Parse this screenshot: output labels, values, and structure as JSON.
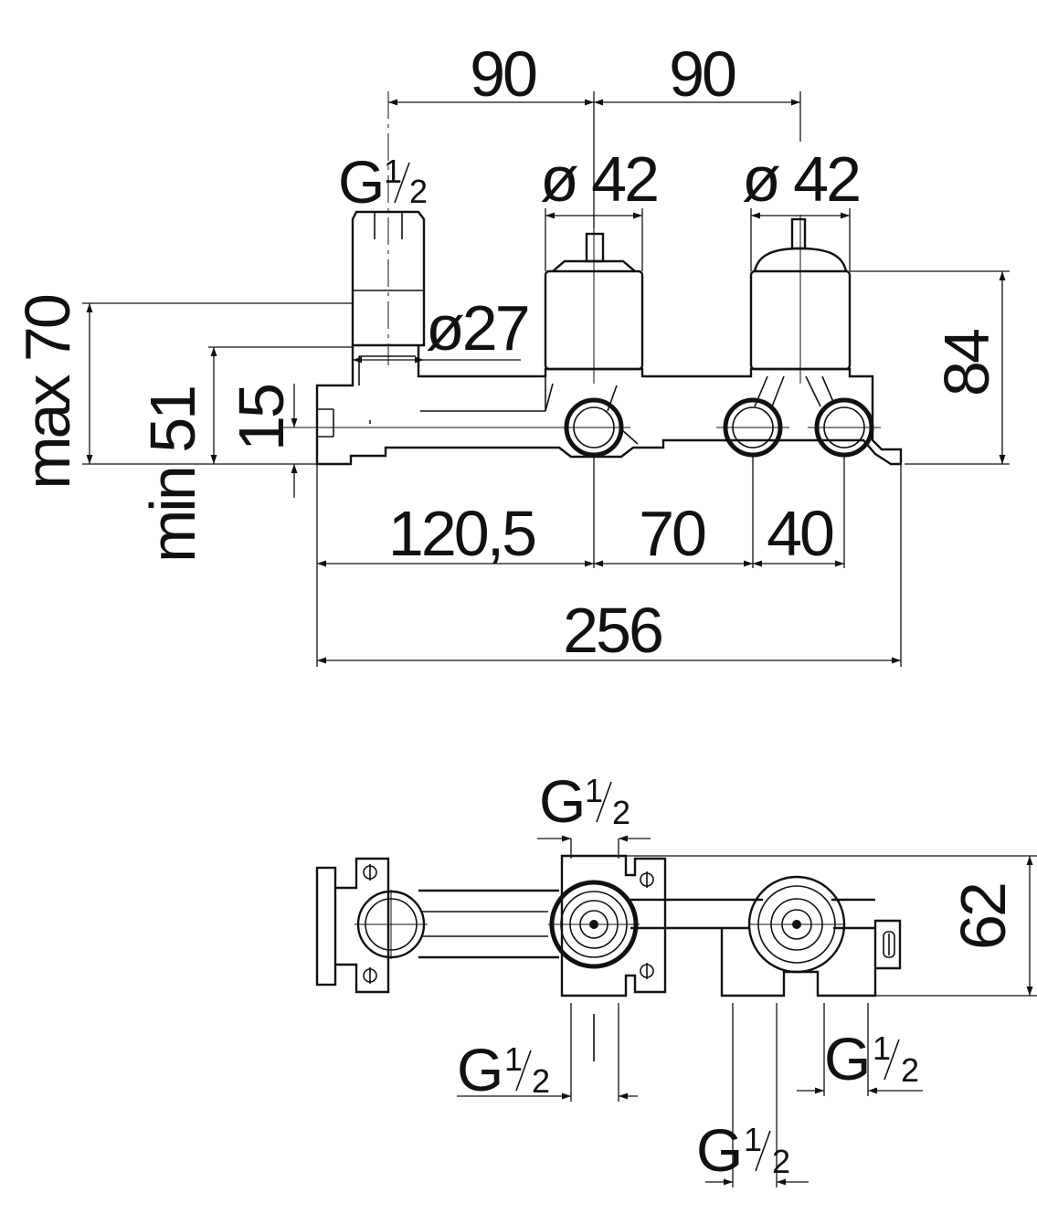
{
  "front_view": {
    "dim_90_left": "90",
    "dim_90_right": "90",
    "thread_top": {
      "main": "G",
      "num": "1",
      "den": "2"
    },
    "dia_42_left": "ø 42",
    "dia_42_right": "ø 42",
    "dia_27": "ø27",
    "dim_max_70": "max 70",
    "dim_min_51": "min 51",
    "dim_15": "15",
    "dim_84": "84",
    "dim_120_5": "120,5",
    "dim_70": "70",
    "dim_40": "40",
    "dim_256": "256"
  },
  "top_view": {
    "thread_top": {
      "main": "G",
      "num": "1",
      "den": "2"
    },
    "dim_62": "62",
    "thread_bottom_left": {
      "main": "G",
      "num": "1",
      "den": "2"
    },
    "thread_bottom_right": {
      "main": "G",
      "num": "1",
      "den": "2"
    },
    "thread_bottom_center": {
      "main": "G",
      "num": "1",
      "den": "2"
    }
  }
}
